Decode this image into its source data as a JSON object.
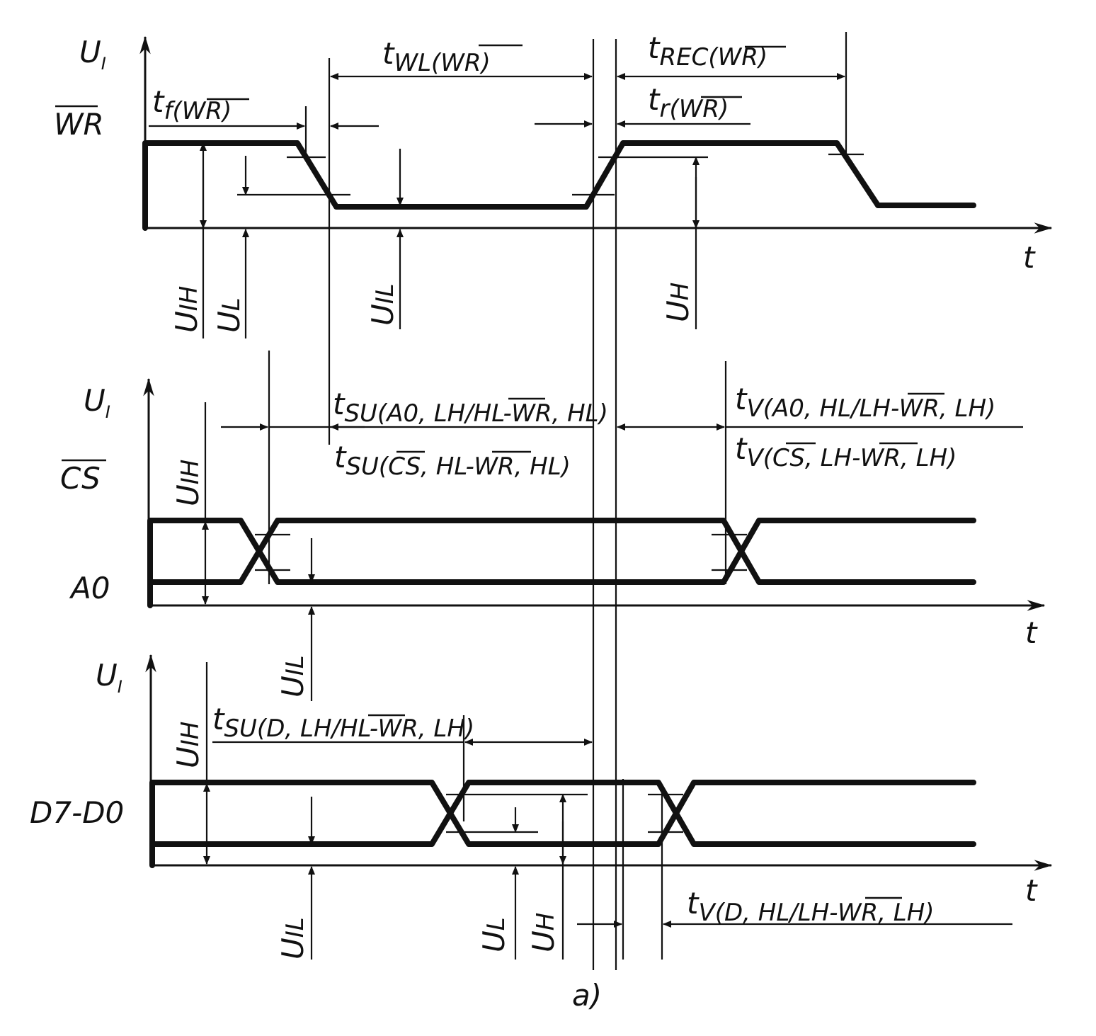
{
  "diagram": {
    "colors": {
      "ink": "#111111",
      "background": "#ffffff"
    },
    "caption": "a)",
    "panel1": {
      "y_label": "U",
      "y_label_sub": "I",
      "signal": "WR",
      "x_label": "t",
      "t_wl": {
        "t": "t",
        "sub": "WL",
        "arg": "WR"
      },
      "t_rec": {
        "t": "t",
        "sub": "REC",
        "arg": "WR"
      },
      "t_f": {
        "t": "t",
        "sub": "f",
        "arg": "WR"
      },
      "t_r": {
        "t": "t",
        "sub": "r",
        "arg": "WR"
      },
      "u_ih": {
        "u": "U",
        "sub": "IH"
      },
      "u_l": {
        "u": "U",
        "sub": "L"
      },
      "u_il": {
        "u": "U",
        "sub": "IL"
      },
      "u_h": {
        "u": "U",
        "sub": "H"
      }
    },
    "panel2": {
      "y_label": "U",
      "y_label_sub": "I",
      "signal_cs": "CS",
      "signal_a0": "A0",
      "x_label": "t",
      "t_su_a0": {
        "t": "t",
        "sub1": "SU(A0, LH/HL-",
        "over": "WR",
        "sub2": ", HL)"
      },
      "t_su_cs": {
        "t": "t",
        "sub0": "SU(",
        "over1": "CS",
        "sub1": ", HL-",
        "over": "WR",
        "sub2": ", HL)"
      },
      "t_v_a0": {
        "t": "t",
        "sub1": "V(A0, HL/LH-",
        "over": "WR",
        "sub2": ", LH)"
      },
      "t_v_cs": {
        "t": "t",
        "sub0": "V(",
        "over1": "CS",
        "sub1": ", LH-",
        "over": "WR",
        "sub2": ", LH)"
      },
      "u_ih": {
        "u": "U",
        "sub": "IH"
      },
      "u_il": {
        "u": "U",
        "sub": "IL"
      }
    },
    "panel3": {
      "y_label": "U",
      "y_label_sub": "I",
      "signal": "D7-D0",
      "x_label": "t",
      "t_su_d": {
        "t": "t",
        "sub1": "SU(D, LH/HL-",
        "over": "WR",
        "sub2": ", LH)"
      },
      "t_v_d": {
        "t": "t",
        "sub1": "V(D, HL/LH-",
        "over": "WR",
        "sub2": ", LH)"
      },
      "u_ih": {
        "u": "U",
        "sub": "IH"
      },
      "u_il": {
        "u": "U",
        "sub": "IL"
      },
      "u_l": {
        "u": "U",
        "sub": "L"
      },
      "u_h": {
        "u": "U",
        "sub": "H"
      }
    }
  }
}
